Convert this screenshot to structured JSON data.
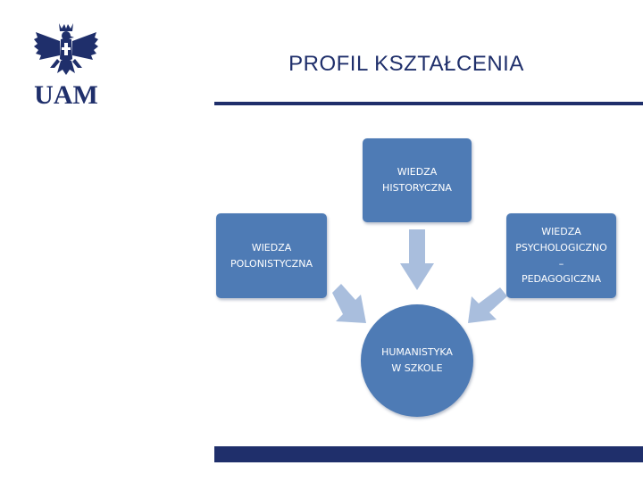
{
  "header": {
    "title": "PROFIL KSZTAŁCENIA",
    "logo_text": "UAM"
  },
  "colors": {
    "brand_navy": "#1f2f6b",
    "node_fill": "#4e7bb5",
    "arrow_fill": "#a9bedd"
  },
  "diagram": {
    "top_node": {
      "line1": "WIEDZA",
      "line2": "HISTORYCZNA"
    },
    "left_node": {
      "line1": "WIEDZA",
      "line2": "POLONISTYCZNA"
    },
    "right_node": {
      "line1": "WIEDZA",
      "line2": "PSYCHOLOGICZNO",
      "line3": "–",
      "line4": "PEDAGOGICZNA"
    },
    "center_node": {
      "line1": "HUMANISTYKA",
      "line2": "W SZKOLE"
    }
  }
}
